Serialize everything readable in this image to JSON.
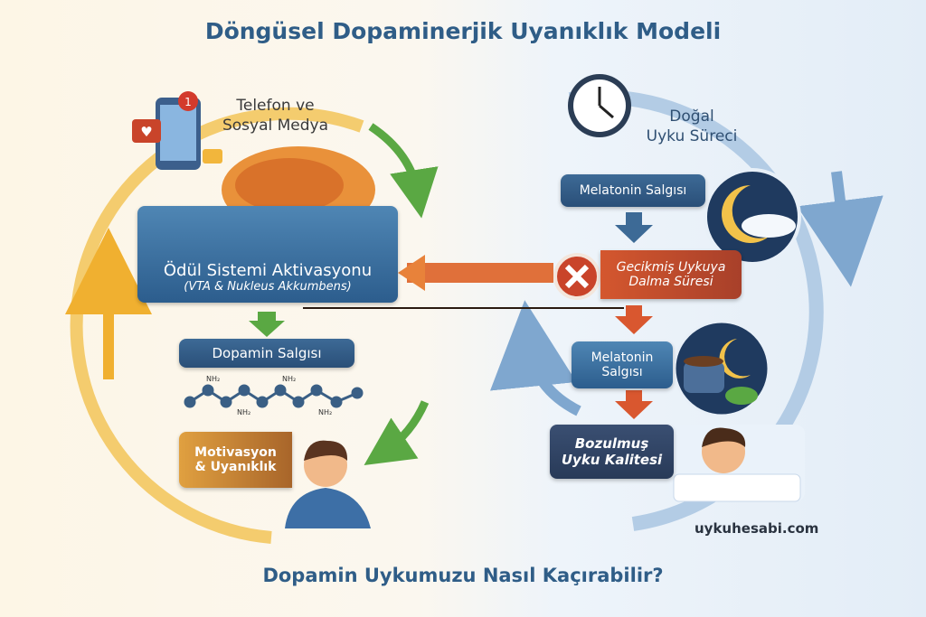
{
  "title": "Döngüsel Dopaminerjik Uyanıklık Modeli",
  "subtitle": "Dopamin Uykumuzu Nasıl Kaçırabilir?",
  "left_cycle": {
    "phone_label": [
      "Telefon ve",
      "Sosyal Medya"
    ],
    "notification_count": "1",
    "reward_box": {
      "title": "Ödül Sistemi Aktivasyonu",
      "subtitle": "(VTA & Nukleus Akkumbens)"
    },
    "dopamine_box": "Dopamin Salgısı",
    "molecule_labels": [
      "NH₂",
      "NH₂",
      "NH₂",
      "NH₂"
    ],
    "motivation_box": [
      "Motivasyon",
      "& Uyanıklık"
    ]
  },
  "right_cycle": {
    "natural_label": [
      "Doğal",
      "Uyku Süreci"
    ],
    "melatonin_box": "Melatonin Salgısı",
    "delayed_box": [
      "Gecikmiş Uykuya",
      "Dalma Süresi"
    ],
    "melatonin_box2": [
      "Melatonin",
      "Salgısı"
    ],
    "disrupted_box": [
      "Bozulmuş",
      "Uyku Kalitesi"
    ]
  },
  "brand": "uykuhesabi.com",
  "colors": {
    "title": "#2f5d87",
    "left_cycle": "#f2b63c",
    "right_cycle": "#8fb3d6",
    "alert": "#c9442a",
    "green_arrow": "#5aa843"
  }
}
